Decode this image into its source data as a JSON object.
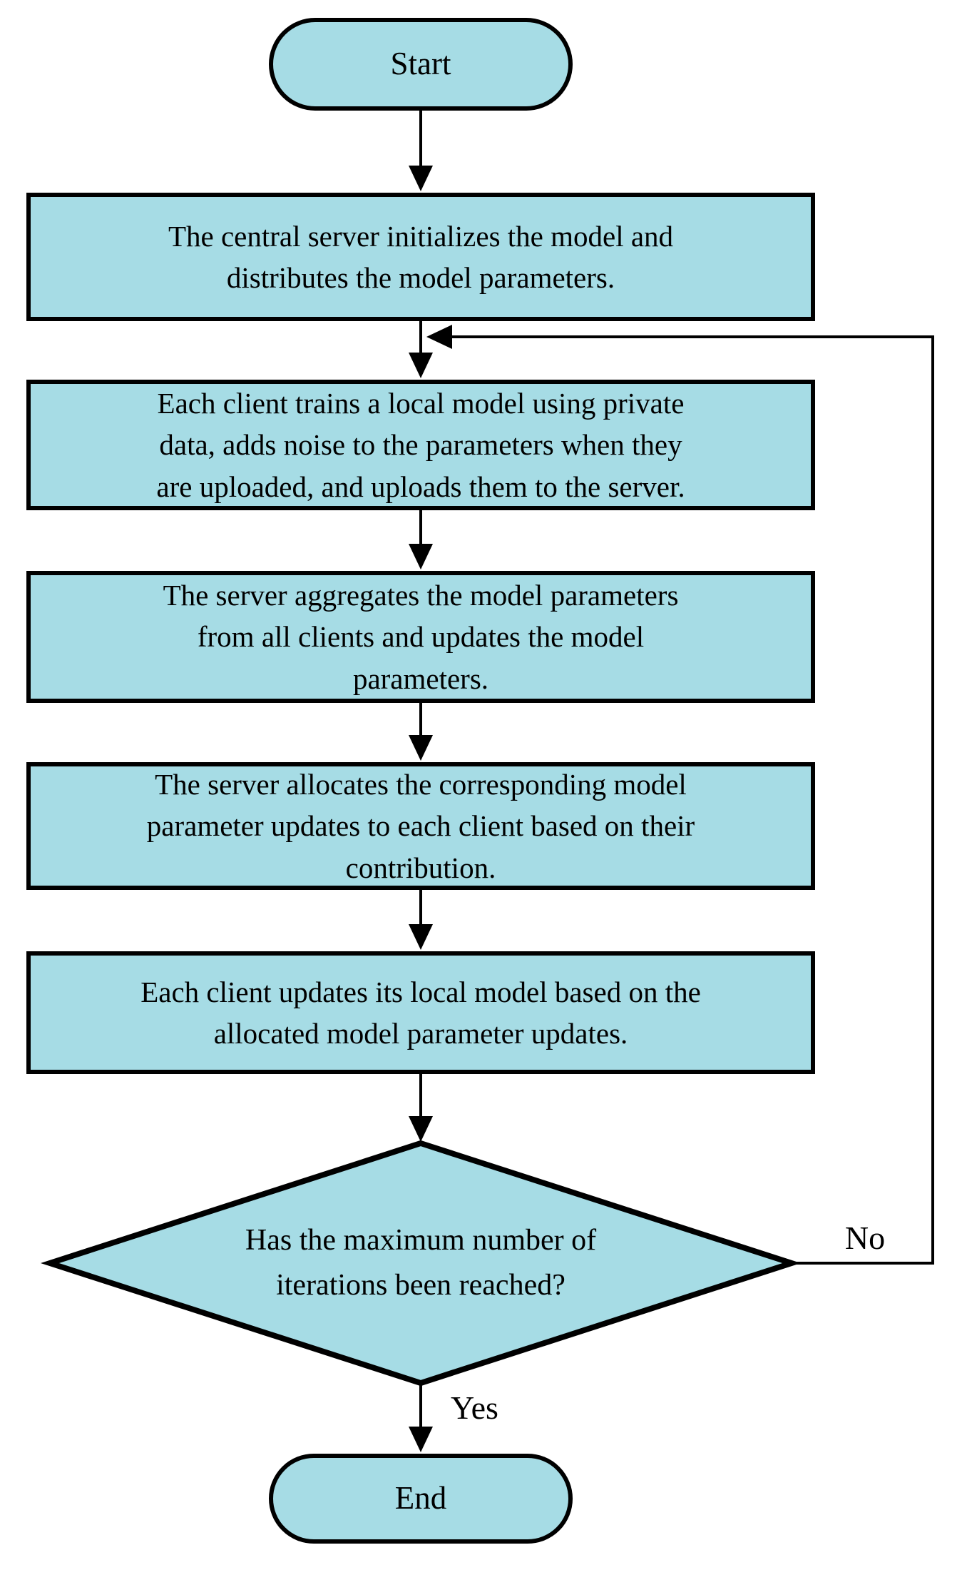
{
  "colors": {
    "node-fill": "#a6dce5",
    "node-border": "#000000",
    "line": "#000000",
    "text": "#000000"
  },
  "flowchart": {
    "nodes": {
      "start": {
        "label": "Start"
      },
      "init": {
        "text": "The central server initializes the model and\ndistributes the model parameters."
      },
      "train": {
        "text": "Each client trains a local model using private\ndata, adds noise to the parameters when they\nare uploaded, and uploads them to the server."
      },
      "aggregate": {
        "text": "The server aggregates the model parameters\nfrom all clients and updates the model\nparameters."
      },
      "allocate": {
        "text": "The server allocates the corresponding model\nparameter updates to each client based on their\ncontribution."
      },
      "update": {
        "text": "Each client updates its local model based on the\nallocated model parameter updates."
      },
      "decision": {
        "text": "Has the maximum number of\niterations been reached?"
      },
      "end": {
        "label": "End"
      }
    },
    "edges": {
      "no_label": "No",
      "yes_label": "Yes"
    }
  }
}
